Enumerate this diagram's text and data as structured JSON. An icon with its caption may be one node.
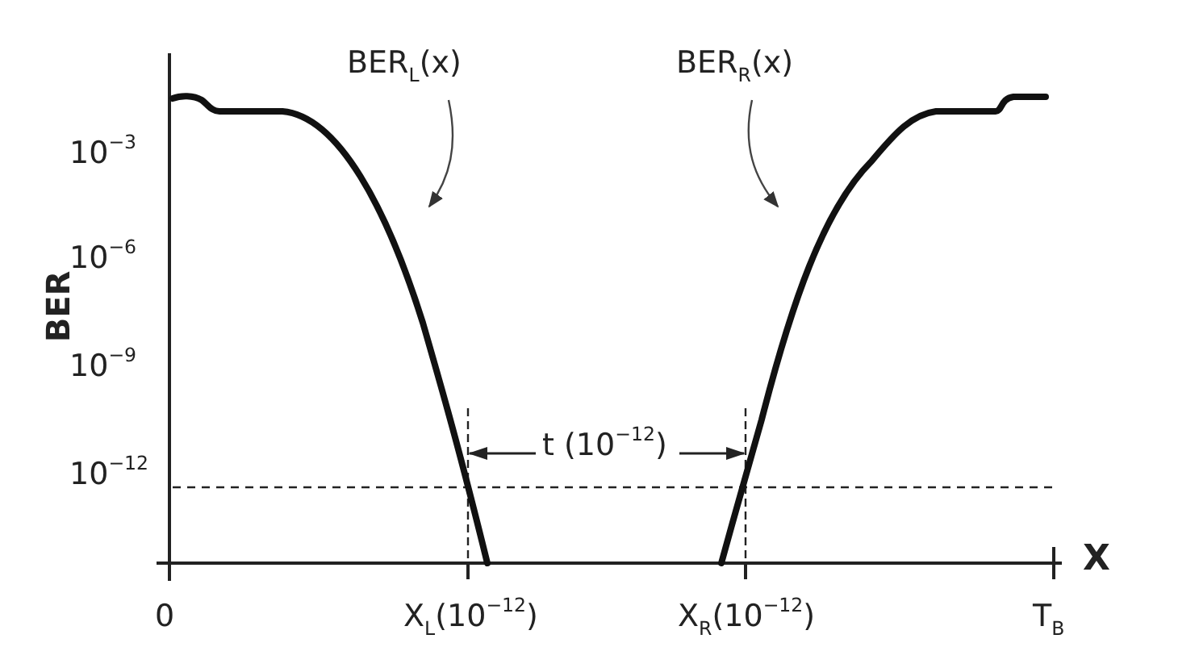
{
  "diagram": {
    "nodes": [
      {
        "text": [
          "BER$_{L}$(x)"
        ]
      },
      {
        "text": [
          "BER$_{R}$(x)"
        ]
      }
    ],
    "edges": [
      {
        "from": 0,
        "to": null,
        "arrow": "to"
      },
      {
        "from": 1,
        "to": null,
        "arrow": "to"
      }
    ],
    "labels": [
      "10$^{−3}$",
      "BER",
      "10$^{−6}$",
      "10$^{−9}$",
      "t (10$^{−12}$)",
      "10$^{−12}$",
      "X",
      "0",
      "X$_{L}$(10$^{−12}$)",
      "X$_{R}$(10$^{−12}$)",
      "T$_{B}$"
    ]
  }
}
